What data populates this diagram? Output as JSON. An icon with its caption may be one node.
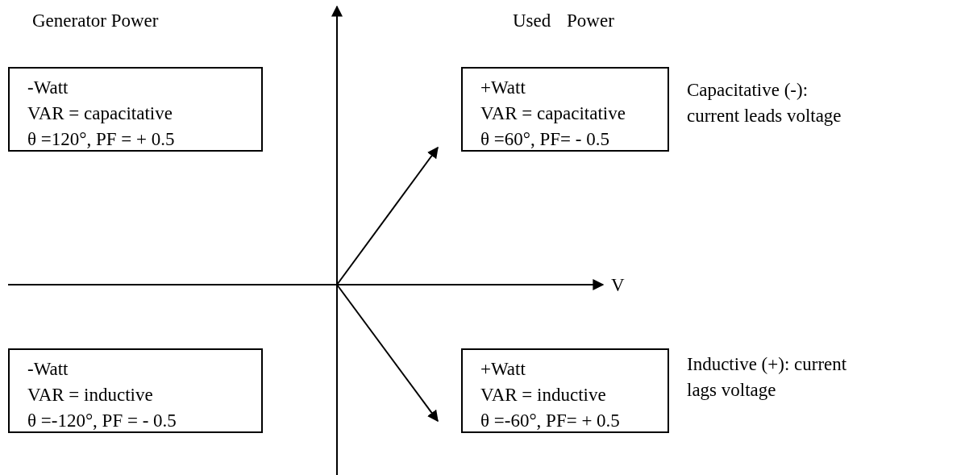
{
  "diagram": {
    "nodes": [
      {
        "text": [
          "-Watt",
          "VAR = capacitative",
          "θ =120°, PF = + 0.5"
        ]
      },
      {
        "text": [
          "+Watt",
          "VAR = capacitative",
          "θ =60°, PF= - 0.5"
        ]
      },
      {
        "text": [
          "-Watt",
          "VAR = inductive",
          "θ =-120°, PF = - 0.5"
        ]
      },
      {
        "text": [
          "+Watt",
          "VAR = inductive",
          "θ =-60°, PF= + 0.5"
        ]
      }
    ],
    "labels": [
      "Generator Power",
      "Used Power",
      "Capacitative (-): current leads voltage",
      "V",
      "Inductive (+): current lags voltage"
    ]
  }
}
